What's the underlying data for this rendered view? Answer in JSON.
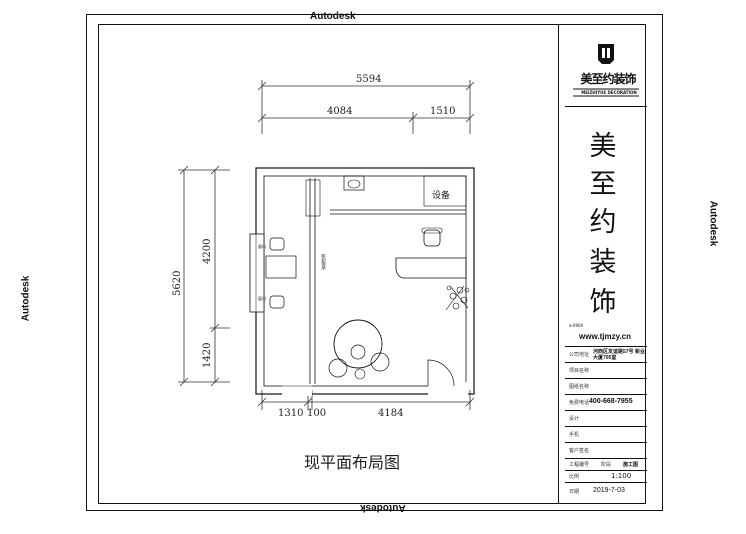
{
  "watermarks": {
    "top": "Autodesk",
    "bottom": "Autodesk",
    "left": "Autodesk",
    "right": "Autodesk"
  },
  "logo": {
    "name": "美至约装饰",
    "tagline": "MEIZHIYUE DECORATION"
  },
  "brand_vertical": [
    "美",
    "至",
    "约",
    "装",
    "饰"
  ],
  "website": "www.tjmzy.cn",
  "small_note": "a-0904",
  "info_rows": [
    {
      "label": "公司地址",
      "value": "河西区友谊路57号 新业大厦705室"
    },
    {
      "label": "项目名称",
      "value": ""
    },
    {
      "label": "图纸名称",
      "value": ""
    },
    {
      "label": "免费电话",
      "value": "400-668-7955"
    },
    {
      "label": "设计",
      "value": ""
    },
    {
      "label": "手机",
      "value": ""
    },
    {
      "label": "客户签名",
      "value": ""
    }
  ],
  "bottom_rows": [
    {
      "label": "工程编号",
      "label2": "阶段",
      "value2": "施工图"
    },
    {
      "label": "比例",
      "value": "1:100"
    },
    {
      "label": "日期",
      "value": "2019-7-03"
    }
  ],
  "plan": {
    "title": "现平面布局图",
    "dims_top": [
      "5594",
      "4084",
      "1510"
    ],
    "dims_left": [
      "5620",
      "4200",
      "1420"
    ],
    "dims_bottom": [
      "1310",
      "100",
      "4184"
    ],
    "room_label": "设备",
    "window_labels": [
      "窗口",
      "窗口"
    ],
    "wall_note": "玻璃隔断"
  },
  "colors": {
    "line": "#111111",
    "dim": "#333333"
  }
}
